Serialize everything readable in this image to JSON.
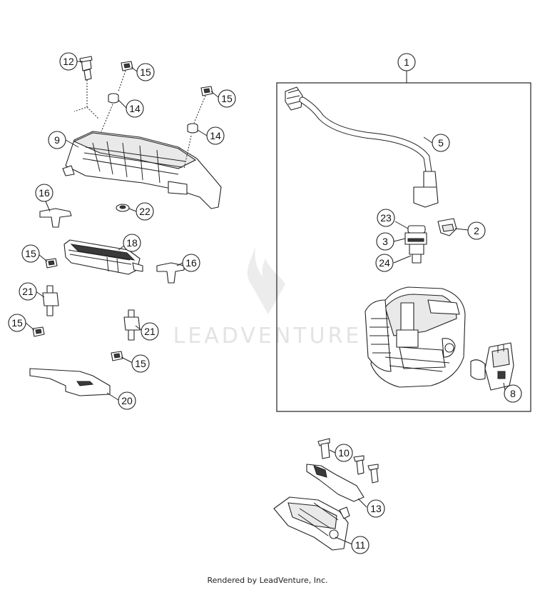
{
  "watermark": {
    "text": "LEADVENTURE"
  },
  "footer": {
    "credit": "Rendered by LeadVenture, Inc."
  },
  "callouts": [
    {
      "id": "callout-12",
      "label": "12"
    },
    {
      "id": "callout-15-a",
      "label": "15"
    },
    {
      "id": "callout-14-a",
      "label": "14"
    },
    {
      "id": "callout-15-b",
      "label": "15"
    },
    {
      "id": "callout-14-b",
      "label": "14"
    },
    {
      "id": "callout-9",
      "label": "9"
    },
    {
      "id": "callout-16-a",
      "label": "16"
    },
    {
      "id": "callout-22",
      "label": "22"
    },
    {
      "id": "callout-18",
      "label": "18"
    },
    {
      "id": "callout-15-c",
      "label": "15"
    },
    {
      "id": "callout-16-b",
      "label": "16"
    },
    {
      "id": "callout-21-a",
      "label": "21"
    },
    {
      "id": "callout-15-d",
      "label": "15"
    },
    {
      "id": "callout-21-b",
      "label": "21"
    },
    {
      "id": "callout-15-e",
      "label": "15"
    },
    {
      "id": "callout-20",
      "label": "20"
    },
    {
      "id": "callout-1",
      "label": "1"
    },
    {
      "id": "callout-5",
      "label": "5"
    },
    {
      "id": "callout-23",
      "label": "23"
    },
    {
      "id": "callout-2",
      "label": "2"
    },
    {
      "id": "callout-3",
      "label": "3"
    },
    {
      "id": "callout-24",
      "label": "24"
    },
    {
      "id": "callout-8",
      "label": "8"
    },
    {
      "id": "callout-10",
      "label": "10"
    },
    {
      "id": "callout-13",
      "label": "13"
    },
    {
      "id": "callout-11",
      "label": "11"
    }
  ]
}
